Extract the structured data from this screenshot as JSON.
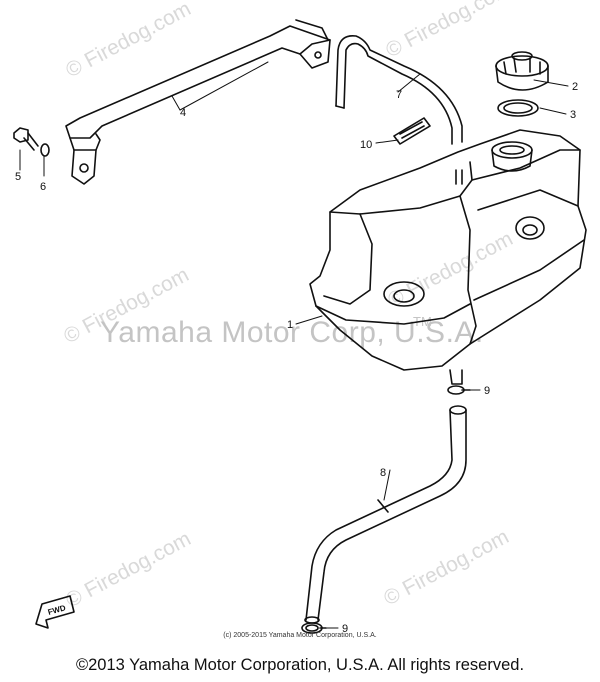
{
  "watermarks": {
    "firedog": "© Firedog.com",
    "firedog_top": "© Firedog.com",
    "center": "Yamaha Motor Corp, U.S.A.",
    "trademark": "TM"
  },
  "diagram": {
    "fwd_label": "FWD",
    "callouts": [
      {
        "id": "1",
        "label": "1"
      },
      {
        "id": "2",
        "label": "2"
      },
      {
        "id": "3",
        "label": "3"
      },
      {
        "id": "4",
        "label": "4"
      },
      {
        "id": "5",
        "label": "5"
      },
      {
        "id": "6",
        "label": "6"
      },
      {
        "id": "7",
        "label": "7"
      },
      {
        "id": "8",
        "label": "8"
      },
      {
        "id": "9a",
        "label": "9"
      },
      {
        "id": "9b",
        "label": "9"
      },
      {
        "id": "10",
        "label": "10"
      }
    ]
  },
  "copyright_small": "(c) 2005-2015 Yamaha Motor Corporation, U.S.A.",
  "footer": "©2013 Yamaha Motor Corporation, U.S.A. All rights reserved."
}
